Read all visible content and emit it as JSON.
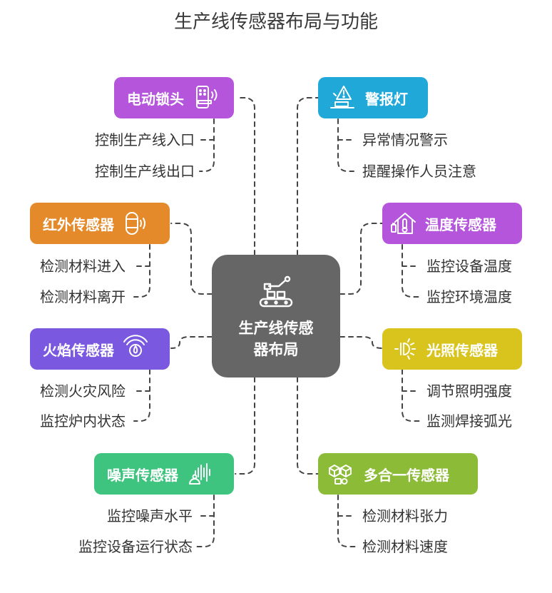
{
  "title": "生产线传感器布局与功能",
  "center": {
    "line1": "生产线传感",
    "line2": "器布局"
  },
  "colors": {
    "center": "#666666",
    "lock": "#b455dc",
    "alarm": "#1fa8d8",
    "infrared": "#e58a2a",
    "temperature": "#b455dc",
    "flame": "#7a58e0",
    "light": "#d8c41c",
    "noise": "#3fc47f",
    "multi": "#8cbc37",
    "connector": "#444444"
  },
  "icons": {
    "center": "robot-arm-conveyor-icon",
    "lock": "smart-lock-icon",
    "alarm": "warning-light-icon",
    "infrared": "infrared-sensor-icon",
    "temperature": "house-thermometer-icon",
    "flame": "flame-sensor-icon",
    "light": "light-sensor-icon",
    "noise": "noise-sensor-icon",
    "multi": "multi-sensor-cubes-icon"
  },
  "nodes": {
    "lock": {
      "label": "电动锁头",
      "items": [
        "控制生产线入口",
        "控制生产线出口"
      ]
    },
    "alarm": {
      "label": "警报灯",
      "items": [
        "异常情况警示",
        "提醒操作人员注意"
      ]
    },
    "infrared": {
      "label": "红外传感器",
      "items": [
        "检测材料进入",
        "检测材料离开"
      ]
    },
    "temperature": {
      "label": "温度传感器",
      "items": [
        "监控设备温度",
        "监控环境温度"
      ]
    },
    "flame": {
      "label": "火焰传感器",
      "items": [
        "检测火灾风险",
        "监控炉内状态"
      ]
    },
    "light": {
      "label": "光照传感器",
      "items": [
        "调节照明强度",
        "监测焊接弧光"
      ]
    },
    "noise": {
      "label": "噪声传感器",
      "items": [
        "监控噪声水平",
        "监控设备运行状态"
      ]
    },
    "multi": {
      "label": "多合一传感器",
      "items": [
        "检测材料张力",
        "检测材料速度"
      ]
    }
  }
}
